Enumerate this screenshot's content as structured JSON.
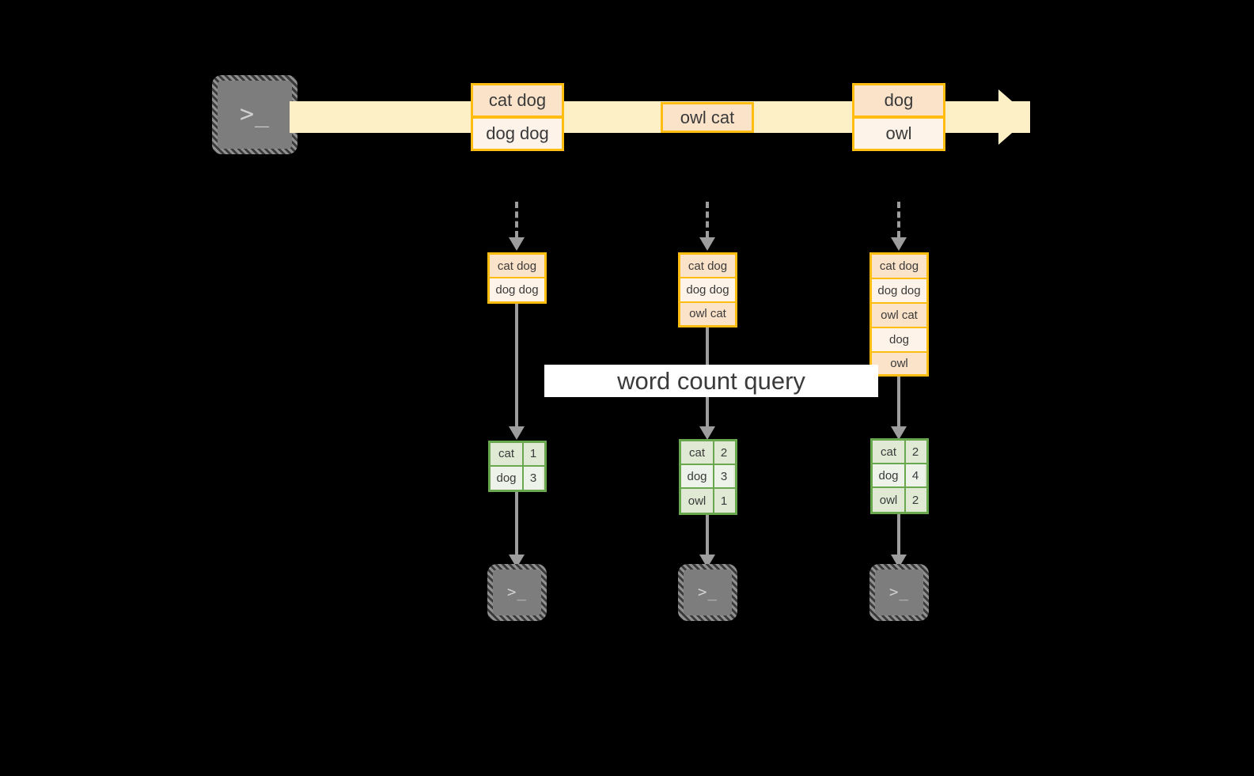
{
  "diagram": {
    "background_color": "#000000",
    "accent_orange": "#ffbd11",
    "accent_green": "#6aa84f",
    "stream_color": "#fdf0c6",
    "connector_color": "#9d9d9d",
    "banner_label": "word count query",
    "source_icon": "terminal-icon",
    "sink_icon": "terminal-icon",
    "source_icon_glyph": ">_",
    "sink_icon_glyph": ">_"
  },
  "stream": {
    "batches": [
      {
        "id": "batch-1",
        "lines": [
          {
            "text": "cat dog",
            "shade": "dark"
          },
          {
            "text": "dog dog",
            "shade": "light"
          }
        ]
      },
      {
        "id": "batch-2",
        "lines": [
          {
            "text": "owl cat",
            "shade": "dark"
          }
        ]
      },
      {
        "id": "batch-3",
        "lines": [
          {
            "text": "dog",
            "shade": "dark"
          },
          {
            "text": "owl",
            "shade": "light"
          }
        ]
      }
    ]
  },
  "columns": [
    {
      "id": "trigger-1",
      "accumulated": [
        {
          "text": "cat dog",
          "shade": "dark"
        },
        {
          "text": "dog dog",
          "shade": "light"
        }
      ],
      "result": {
        "rows": [
          {
            "word": "cat",
            "count": "1",
            "shade": "dark"
          },
          {
            "word": "dog",
            "count": "3",
            "shade": "light"
          }
        ]
      }
    },
    {
      "id": "trigger-2",
      "accumulated": [
        {
          "text": "cat dog",
          "shade": "dark"
        },
        {
          "text": "dog dog",
          "shade": "light"
        },
        {
          "text": "owl cat",
          "shade": "dark"
        }
      ],
      "result": {
        "rows": [
          {
            "word": "cat",
            "count": "2",
            "shade": "dark"
          },
          {
            "word": "dog",
            "count": "3",
            "shade": "light"
          },
          {
            "word": "owl",
            "count": "1",
            "shade": "dark"
          }
        ]
      }
    },
    {
      "id": "trigger-3",
      "accumulated": [
        {
          "text": "cat dog",
          "shade": "dark"
        },
        {
          "text": "dog dog",
          "shade": "light"
        },
        {
          "text": "owl cat",
          "shade": "dark"
        },
        {
          "text": "dog",
          "shade": "light"
        },
        {
          "text": "owl",
          "shade": "dark"
        }
      ],
      "result": {
        "rows": [
          {
            "word": "cat",
            "count": "2",
            "shade": "dark"
          },
          {
            "word": "dog",
            "count": "4",
            "shade": "light"
          },
          {
            "word": "owl",
            "count": "2",
            "shade": "dark"
          }
        ]
      }
    }
  ]
}
